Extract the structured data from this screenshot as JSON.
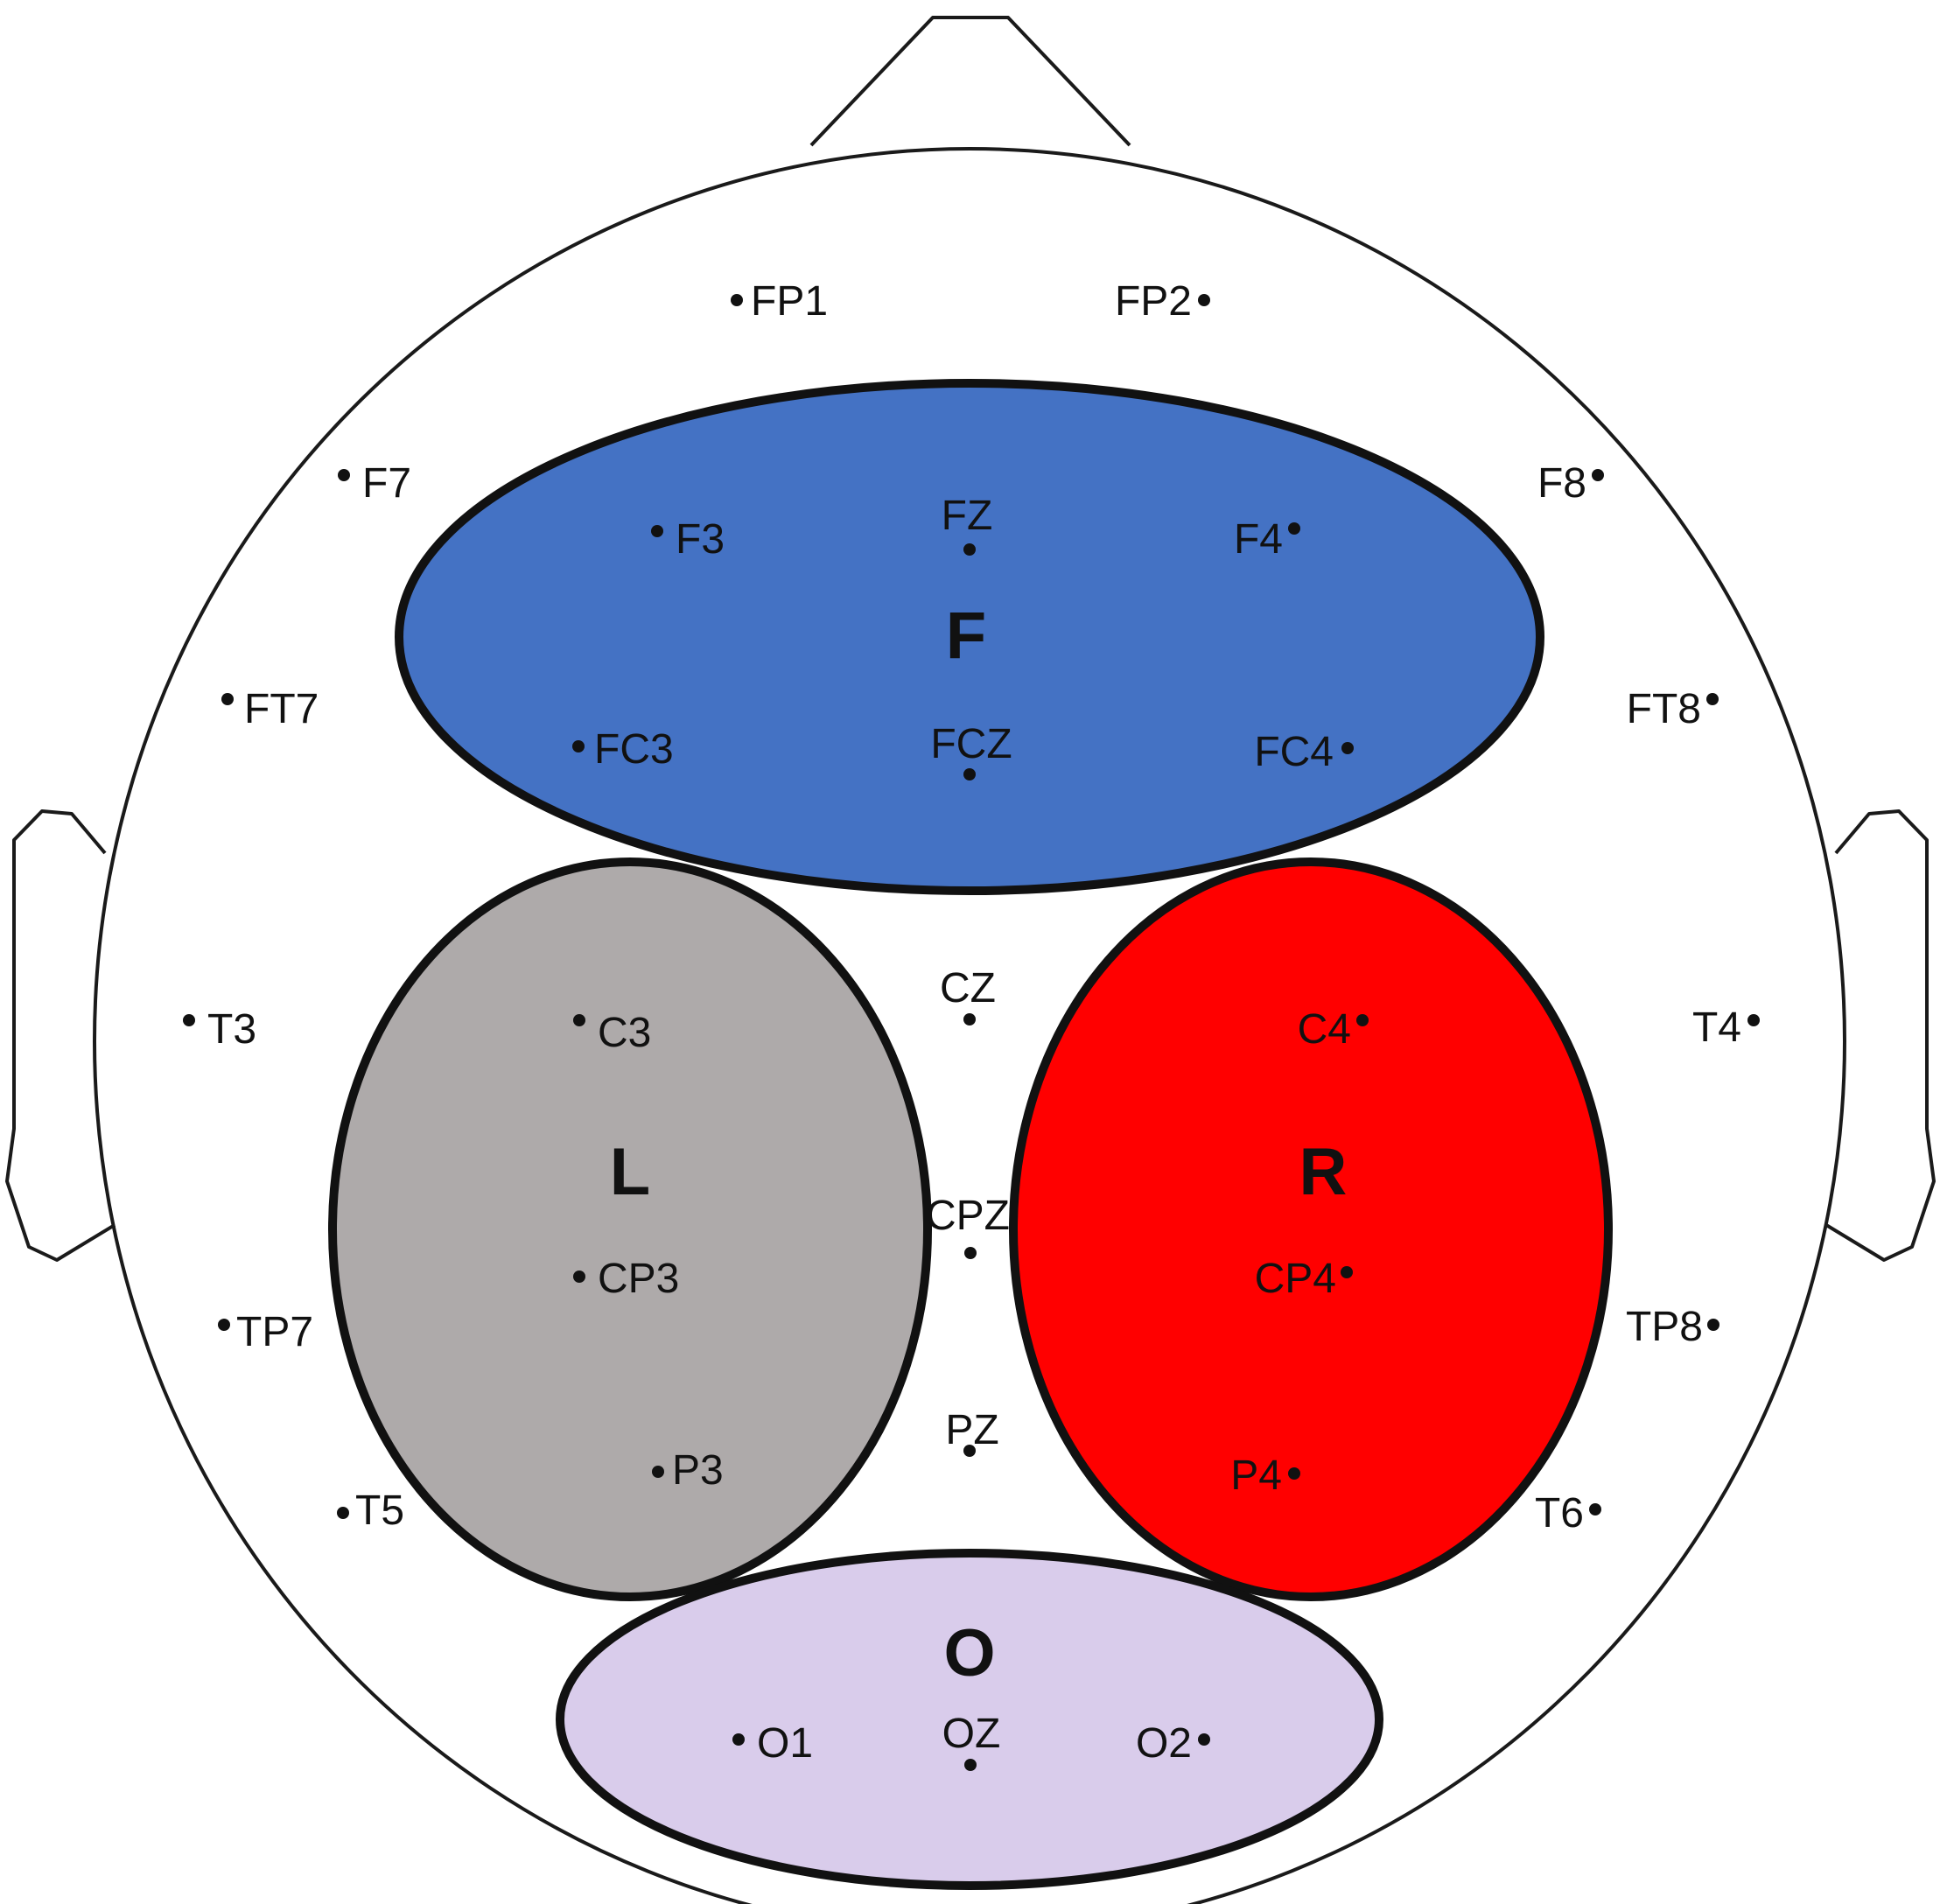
{
  "colors": {
    "region_F": "#4472C4",
    "region_L": "#AEAAAA",
    "region_R": "#FF0000",
    "region_O": "#D9CCEB",
    "outline": "#1a1a1a"
  },
  "regions": {
    "F": "F",
    "L": "L",
    "R": "R",
    "O": "O"
  },
  "electrodes": {
    "FP1": "FP1",
    "FP2": "FP2",
    "F7": "F7",
    "F3": "F3",
    "FZ": "FZ",
    "F4": "F4",
    "F8": "F8",
    "FT7": "FT7",
    "FC3": "FC3",
    "FCZ": "FCZ",
    "FC4": "FC4",
    "FT8": "FT8",
    "T3": "T3",
    "C3": "C3",
    "CZ": "CZ",
    "C4": "C4",
    "T4": "T4",
    "TP7": "TP7",
    "CP3": "CP3",
    "CPZ": "CPZ",
    "CP4": "CP4",
    "TP8": "TP8",
    "T5": "T5",
    "P3": "P3",
    "PZ": "PZ",
    "P4": "P4",
    "T6": "T6",
    "O1": "O1",
    "OZ": "OZ",
    "O2": "O2"
  }
}
